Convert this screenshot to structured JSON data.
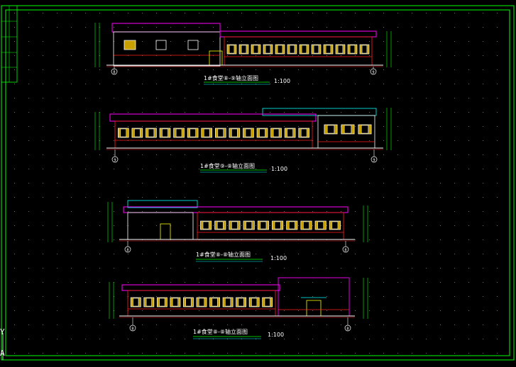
{
  "drawing": {
    "colors": {
      "background": "#000000",
      "frame": "#00ff00",
      "grid_dot": "#6a6a6a",
      "outline": "#ffffff",
      "roof": "#ff00ff",
      "wall": "#ff2020",
      "window_fill": "#c8a000",
      "window_frame": "#ffffff",
      "dimension": "#00ff00",
      "cyan": "#00ffff",
      "yellow": "#ffff00"
    },
    "ucs": {
      "y_label": "Y",
      "x_label": "A"
    },
    "elevations": [
      {
        "title": "1#食堂⑧-⑨轴立面图",
        "scale": "1:100",
        "start_axis": "8",
        "end_axis": "9"
      },
      {
        "title": "1#食堂⑨-⑧轴立面图",
        "scale": "1:100",
        "start_axis": "9",
        "end_axis": "9"
      },
      {
        "title": "1#食堂⑧-⑧轴立面图",
        "scale": "1:100",
        "start_axis": "8",
        "end_axis": "8"
      },
      {
        "title": "1#食堂⑧-⑧轴立面图",
        "scale": "1:100",
        "start_axis": "8",
        "end_axis": "8"
      }
    ]
  }
}
